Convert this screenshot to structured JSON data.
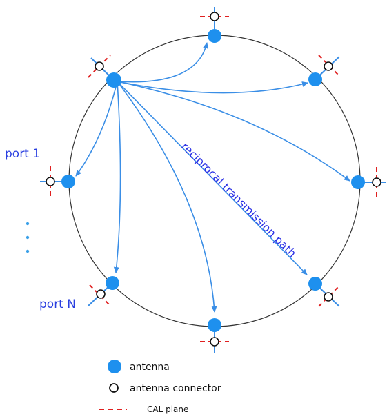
{
  "labels": {
    "port_1": "port 1",
    "port_n": "port N",
    "path": "reciprocal transmission path",
    "ellipsis": "⋮"
  },
  "legend": {
    "antenna": "antenna",
    "connector": "antenna connector",
    "cal_plane": "CAL plane"
  },
  "colors": {
    "antenna": "#1e90ee",
    "arrow": "#3a8ee6",
    "cal_plane": "#e02020",
    "circle": "#333333",
    "text_blue": "#2a3fe0"
  },
  "icons": {
    "antenna": "filled-circle",
    "connector": "hollow-circle",
    "cal_plane": "red-dashed-line"
  }
}
